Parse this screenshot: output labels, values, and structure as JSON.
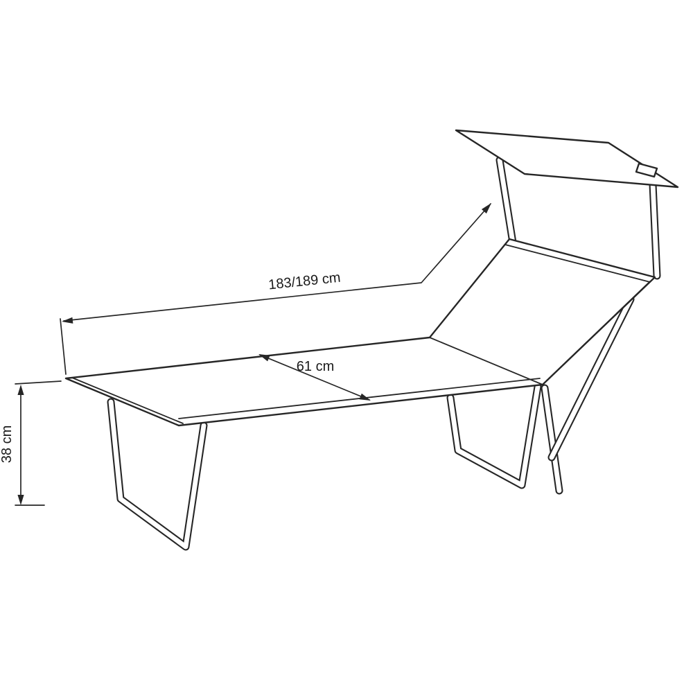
{
  "page": {
    "background": "#ffffff"
  },
  "drawing": {
    "line_color": "#262626",
    "text_color": "#1a1a1a",
    "dimensions": {
      "length": "183/189 cm",
      "width": "61 cm",
      "height": "38 cm"
    }
  }
}
